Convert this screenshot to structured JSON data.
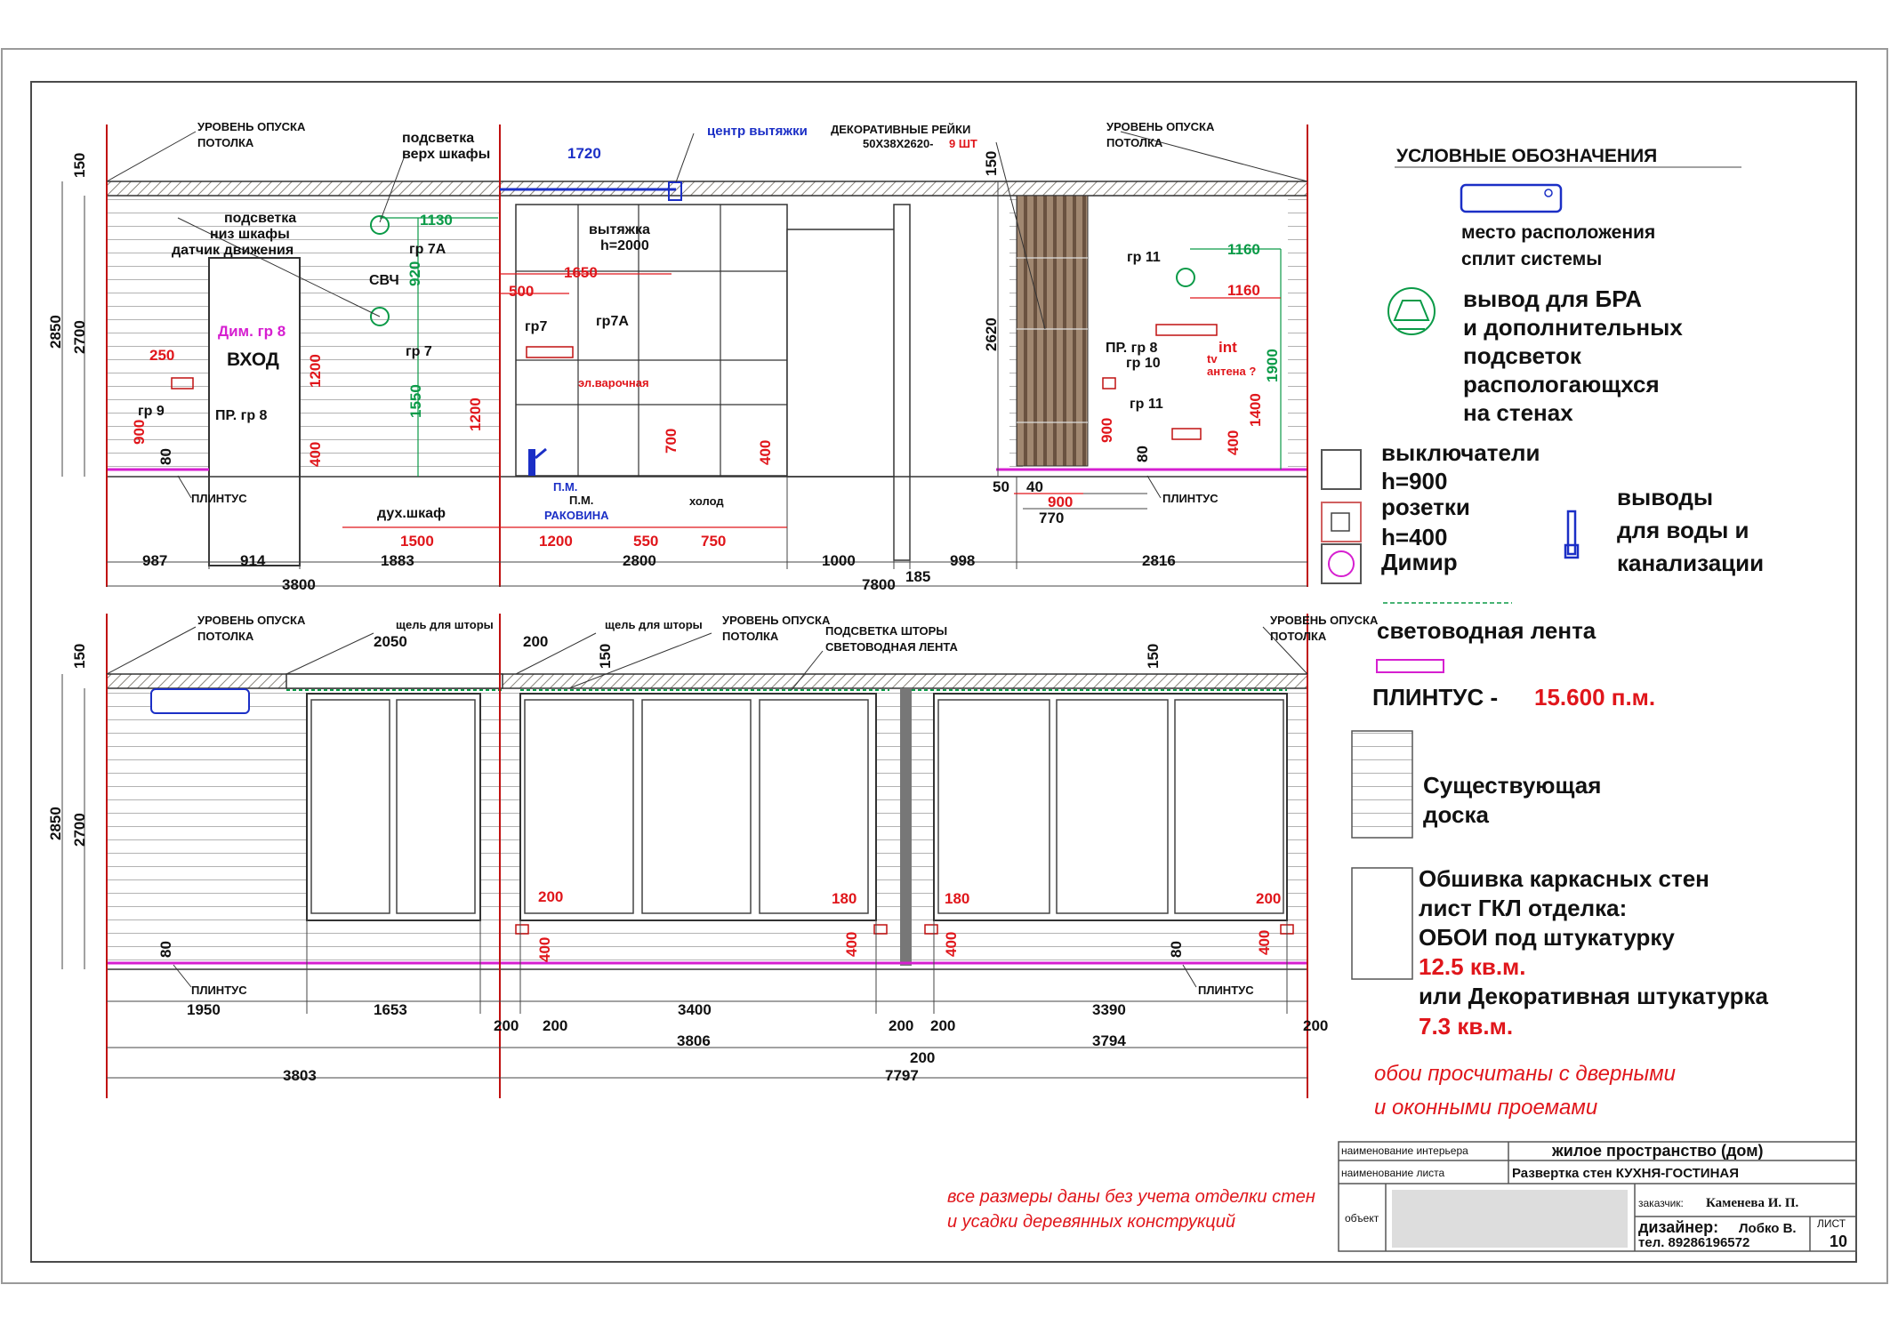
{
  "top": {
    "labels": {
      "ceiling_left": [
        "УРОВЕНЬ ОПУСКА",
        "ПОТОЛКА"
      ],
      "ceiling_right": [
        "УРОВЕНЬ ОПУСКА",
        "ПОТОЛКА"
      ],
      "light_upper": [
        "подсветка",
        "верх шкафы"
      ],
      "light_lower": [
        "подсветка",
        "низ шкафы",
        "датчик движения"
      ],
      "hood_center": "центр вытяжки",
      "rails": "ДЕКОРАТИВНЫЕ РЕЙКИ",
      "rails_size": "50Х38Х2620-",
      "rails_count": "9 ШТ",
      "hood": [
        "вытяжка",
        "h=2000"
      ],
      "microwave": "СВЧ",
      "gr7a_left": "гр 7А",
      "gr7_left": "гр 7",
      "gr7": "гр7",
      "gr7a": "гр7А",
      "dim8": "Дим. гр 8",
      "entrance": "ВХОД",
      "gr9": "гр 9",
      "pr8": "ПР. гр 8",
      "hob": "эл.варочная",
      "oven": "дух.шкаф",
      "pm1": "П.М.",
      "pm2": "П.М.",
      "sink": "РАКОВИНА",
      "fridge": "холод",
      "plinth_left": "ПЛИНТУС",
      "plinth_right": "ПЛИНТУС",
      "gr11_top": "гр 11",
      "pr8_right": "ПР. гр 8",
      "gr10": "гр 10",
      "gr11_bottom": "гр 11",
      "int": "int",
      "tv": [
        "tv",
        "антена ?"
      ]
    },
    "dims": {
      "d150": "150",
      "d1720": "1720",
      "d150b": "150",
      "d2850": "2850",
      "d2700": "2700",
      "d1130": "1130",
      "d920": "920",
      "d1650": "1650",
      "d500": "500",
      "d250": "250",
      "d1200a": "1200",
      "d1550": "1550",
      "d1200b": "1200",
      "d400a": "400",
      "d900a": "900",
      "d80a": "80",
      "d700": "700",
      "d400b": "400",
      "d2620": "2620",
      "d1160g": "1160",
      "d1160r": "1160",
      "d1900": "1900",
      "d1400": "1400",
      "d900b": "900",
      "d400c": "400",
      "d80b": "80",
      "d50": "50",
      "d40": "40",
      "d900c": "900",
      "d770": "770",
      "d1500": "1500",
      "d1200c": "1200",
      "d550": "550",
      "d750": "750",
      "r987": "987",
      "r914": "914",
      "r1883": "1883",
      "r2800": "2800",
      "r1000": "1000",
      "r998": "998",
      "r2816": "2816",
      "r3800": "3800",
      "r7800": "7800",
      "r185": "185"
    }
  },
  "bottom": {
    "labels": {
      "ceiling_left": [
        "УРОВЕНЬ ОПУСКА",
        "ПОТОЛКА"
      ],
      "gap1": "щель для шторы",
      "gap2": "щель для шторы",
      "ceiling_mid": [
        "УРОВЕНЬ ОПУСКА",
        "ПОТОЛКА"
      ],
      "curtain_light": [
        "ПОДСВЕТКА ШТОРЫ",
        "СВЕТОВОДНАЯ ЛЕНТА"
      ],
      "ceiling_right": [
        "УРОВЕНЬ ОПУСКА",
        "ПОТОЛКА"
      ],
      "plinth_left": "ПЛИНТУС",
      "plinth_right": "ПЛИНТУС"
    },
    "dims": {
      "d150a": "150",
      "d2050": "2050",
      "d200": "200",
      "d150b": "150",
      "d150c": "150",
      "d2850": "2850",
      "d2700": "2700",
      "d80a": "80",
      "d80b": "80",
      "s200a": "200",
      "s180a": "180",
      "s180b": "180",
      "s200b": "200",
      "v400a": "400",
      "v400b": "400",
      "v400c": "400",
      "v400d": "400",
      "r1950": "1950",
      "r1653": "1653",
      "r3400": "3400",
      "r3390": "3390",
      "r200a": "200",
      "r200b": "200",
      "r200c": "200",
      "r200d": "200",
      "r200e": "200",
      "r3806": "3806",
      "r3794": "3794",
      "r200f": "200",
      "r3803": "3803",
      "r7797": "7797"
    }
  },
  "legend": {
    "title": "УСЛОВНЫЕ ОБОЗНАЧЕНИЯ",
    "split": [
      "место расположения",
      "сплит системы"
    ],
    "bra": [
      "вывод для БРА",
      "и дополнительных",
      "подсветок",
      "распологающхся",
      "на стенах"
    ],
    "switches": "выключатели",
    "switches_h": "h=900",
    "sockets": "розетки",
    "sockets_h": "h=400",
    "dimmer": "Димир",
    "water": [
      "выводы",
      "для воды и",
      "канализации"
    ],
    "led": "световодная лента",
    "plinth": "ПЛИНТУС -",
    "plinth_value": "15.600 п.м.",
    "board": [
      "Существующая",
      "доска"
    ],
    "gkl": [
      "Обшивка каркасных стен",
      "лист ГКЛ отделка:",
      "ОБОИ под штукатурку"
    ],
    "gkl_area1": "12.5 кв.м.",
    "gkl_or": "или Декоративная штукатурка",
    "gkl_area2": "7.3 кв.м.",
    "wallpaper_note": [
      "обои просчитаны с дверными",
      "и оконными проемами"
    ]
  },
  "note": [
    "все размеры даны без учета   отделки стен",
    "и усадки деревянных конструкций"
  ],
  "title_block": {
    "interior_label": "наименование интерьера",
    "interior_value": "жилое пространство (дом)",
    "sheet_label": "наименование листа",
    "sheet_value": "Развертка стен КУХНЯ-ГОСТИНАЯ",
    "object_label": "объект",
    "client_label": "заказчик:",
    "client_value": "Каменева И. П.",
    "designer": "дизайнер:",
    "designer_name": "Лобко В.",
    "phone": "тел. 89286196572",
    "list_label": "ЛИСТ",
    "list_value": "10"
  },
  "colors": {
    "ink": "#111111",
    "red": "#e0161b",
    "green": "#0a9a47",
    "blue": "#1b2fc6",
    "magenta": "#d61fd0",
    "hatch": "#b0aca4"
  }
}
